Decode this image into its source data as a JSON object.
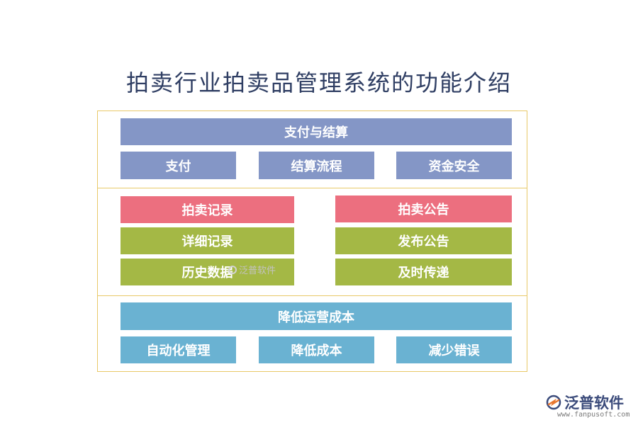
{
  "title": "拍卖行业拍卖品管理系统的功能介绍",
  "section_payment": {
    "header": "支付与结算",
    "items": [
      "支付",
      "结算流程",
      "资金安全"
    ]
  },
  "section_records": {
    "left": {
      "header": "拍卖记录",
      "items": [
        "详细记录",
        "历史数据"
      ]
    },
    "right": {
      "header": "拍卖公告",
      "items": [
        "发布公告",
        "及时传递"
      ]
    }
  },
  "section_cost": {
    "header": "降低运营成本",
    "items": [
      "自动化管理",
      "降低成本",
      "减少错误"
    ]
  },
  "watermark": "泛普软件",
  "logo": {
    "name": "泛普软件",
    "url": "www.fanpusoft.com"
  },
  "colors": {
    "payment": "#8496c6",
    "records_header": "#ec6f7f",
    "records_items": "#a4b845",
    "cost": "#6ab2d2",
    "border": "#e8c968"
  }
}
